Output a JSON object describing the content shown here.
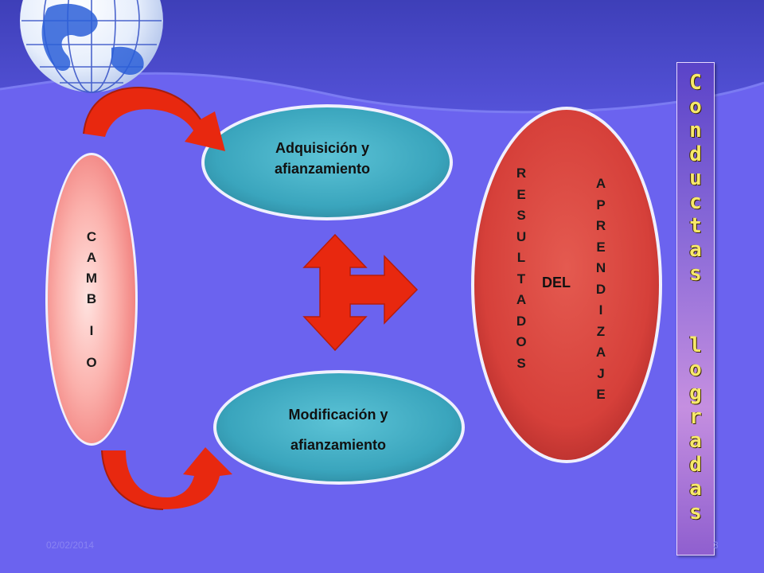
{
  "cambio_letters": [
    "C",
    "A",
    "M",
    "B",
    "I",
    "O"
  ],
  "adquisicion_label": "Adquisición y afianzamiento",
  "modificacion_label_line1": "Modificación y",
  "modificacion_label_line2": "afianzamiento",
  "resultados_letters": [
    "R",
    "E",
    "S",
    "U",
    "L",
    "T",
    "A",
    "D",
    "O",
    "S"
  ],
  "del_label": "DEL",
  "aprendizaje_letters": [
    "A",
    "P",
    "R",
    "E",
    "N",
    "D",
    "I",
    "Z",
    "A",
    "J",
    "E"
  ],
  "conductas_word1": "Conductas",
  "conductas_word2": "logradas",
  "footer_date": "02/02/2014",
  "footer_page": "3",
  "colors": {
    "background": "#6b63ef",
    "pink_oval": "#f7a3a3",
    "teal_oval": "#3fa9c0",
    "red_oval": "#d9433f",
    "arrow": "#e8280f",
    "conductas_text": "#f7e96a"
  }
}
